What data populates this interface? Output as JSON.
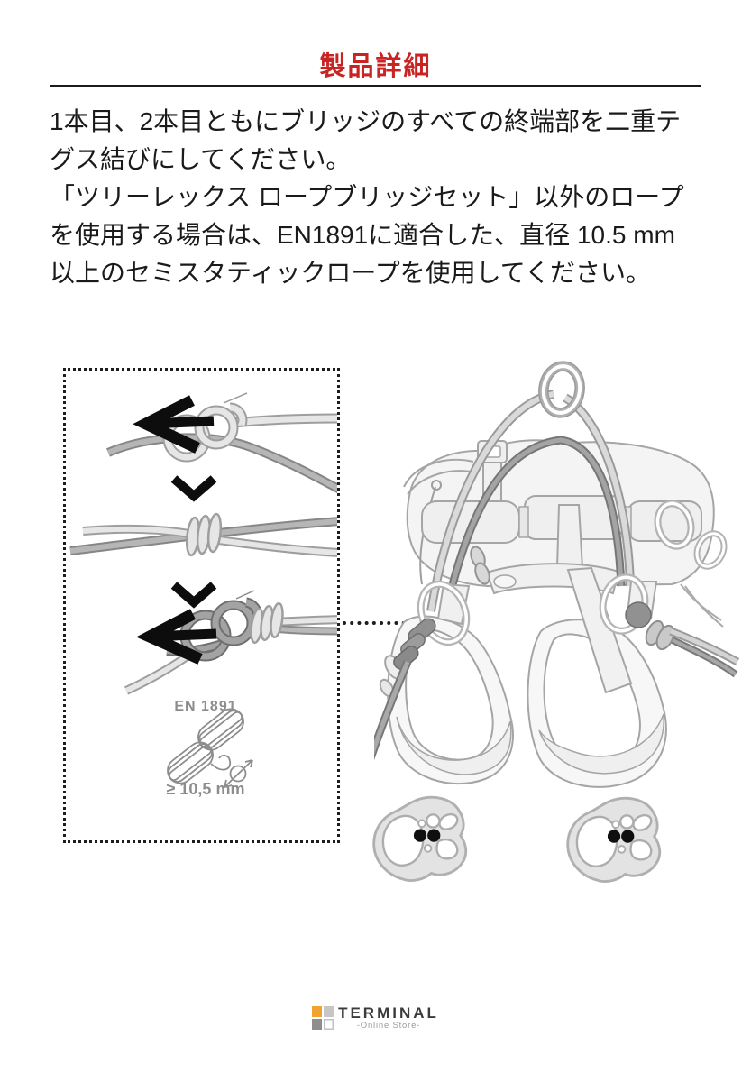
{
  "title": {
    "text": "製品詳細"
  },
  "paragraph": {
    "lines": [
      "1本目、2本目ともにブリッジのすべての終端部を二重テ",
      "グス結びにしてください。",
      "「ツリーレックス ロープブリッジセット」以外のロープ",
      "を使用する場合は、EN1891に適合した、直径 10.5 mm",
      "以上のセミスタティックロープを使用してください。"
    ]
  },
  "diagram": {
    "en1891_label": "EN 1891",
    "diameter_label": "≥ 10,5 mm"
  },
  "logo": {
    "name": "TERMINAL",
    "subtitle": "-Online Store-"
  },
  "colors": {
    "accent_red": "#c92424",
    "rule_black": "#1b1b1b",
    "icon_gray": "#8d8d8d",
    "logo_orange": "#f0a232",
    "rope_light": "#e6e6e6",
    "rope_mid": "#b6b6b6",
    "rope_dark": "#a3a3a3"
  }
}
